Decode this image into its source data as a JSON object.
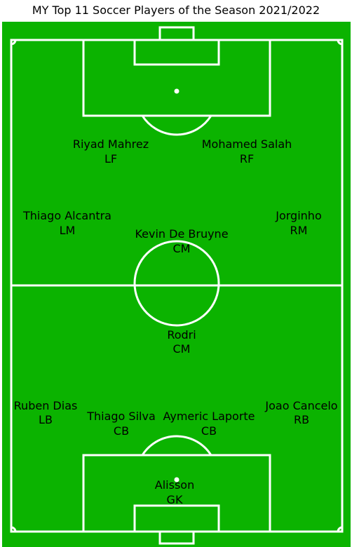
{
  "title": "MY Top 11 Soccer Players of the Season 2021/2022",
  "colors": {
    "pitch": "#0bb300",
    "lines": "#ffffff",
    "text": "#000000"
  },
  "players": [
    {
      "name": "Riyad Mahrez",
      "position": "LF"
    },
    {
      "name": "Mohamed Salah",
      "position": "RF"
    },
    {
      "name": "Thiago Alcantra",
      "position": "LM"
    },
    {
      "name": "Kevin De Bruyne",
      "position": "CM"
    },
    {
      "name": "Jorginho",
      "position": "RM"
    },
    {
      "name": "Rodri",
      "position": "CM"
    },
    {
      "name": "Ruben Dias",
      "position": "LB"
    },
    {
      "name": "Thiago Silva",
      "position": "CB"
    },
    {
      "name": "Aymeric Laporte",
      "position": "CB"
    },
    {
      "name": "Joao Cancelo",
      "position": "RB"
    },
    {
      "name": "Alisson",
      "position": "GK"
    }
  ]
}
